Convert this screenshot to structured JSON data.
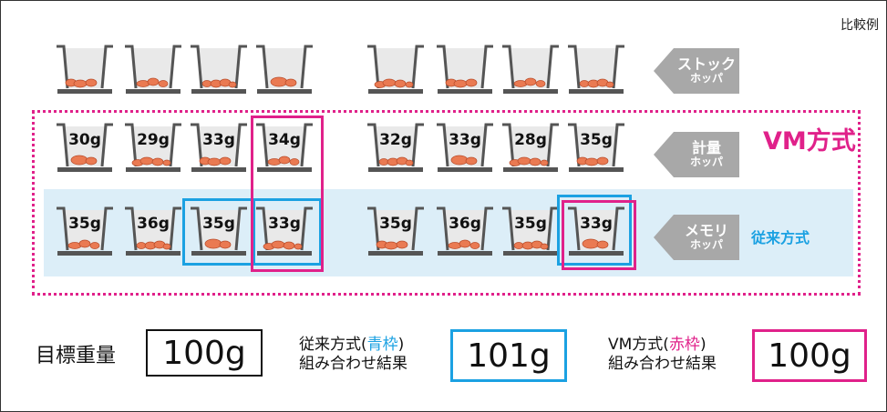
{
  "corner_label": "比較例",
  "hopper_rows": {
    "stock": {
      "weights": [
        "",
        "",
        "",
        "",
        "",
        "",
        "",
        ""
      ]
    },
    "weigh": {
      "weights": [
        "30g",
        "29g",
        "33g",
        "34g",
        "32g",
        "33g",
        "28g",
        "35g"
      ]
    },
    "memory": {
      "weights": [
        "35g",
        "36g",
        "35g",
        "33g",
        "35g",
        "36g",
        "35g",
        "33g"
      ]
    }
  },
  "side_tags": {
    "stock": {
      "line1": "ストック",
      "line2": "ホッパ"
    },
    "weigh": {
      "line1": "計量",
      "line2": "ホッパ"
    },
    "memory": {
      "line1": "メモリ",
      "line2": "ホッパ"
    }
  },
  "vm_method_label": "VM方式",
  "conventional_label": "従来方式",
  "results": {
    "target": {
      "label": "目標重量",
      "value": "100g"
    },
    "conventional": {
      "line1_a": "従来方式(",
      "line1_b": "青枠",
      "line1_c": ")",
      "line2": "組み合わせ結果",
      "value": "101g"
    },
    "vm": {
      "line1_a": "VM方式(",
      "line1_b": "赤枠",
      "line1_c": ")",
      "line2": "組み合わせ結果",
      "value": "100g"
    }
  },
  "colors": {
    "vm_accent": "#e0218a",
    "conventional_accent": "#1ba1e2",
    "memory_band": "#dceef8",
    "tag_gray": "#a8a8a8",
    "food": "#ea7a52"
  }
}
